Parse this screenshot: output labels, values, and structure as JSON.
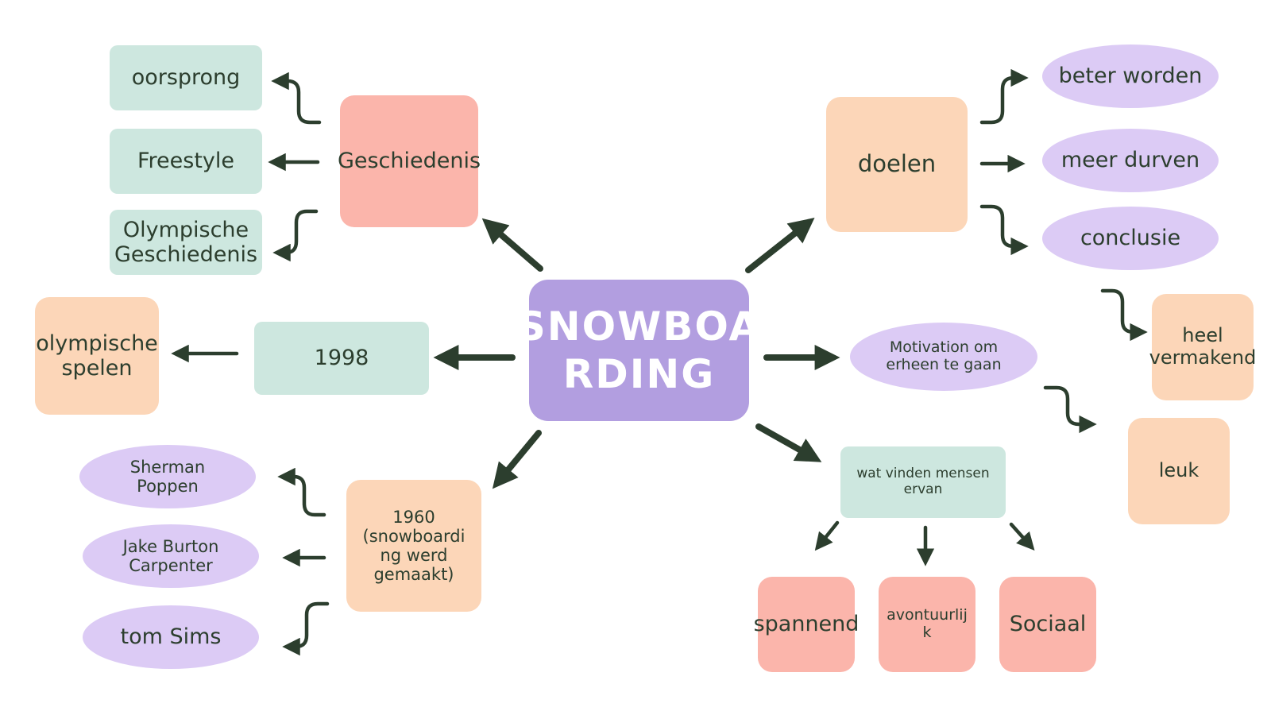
{
  "center": {
    "label": "SNOWBOA\nRDING"
  },
  "history": {
    "label": "Geschiedenis",
    "children": [
      "oorsprong",
      "Freestyle",
      "Olympische\nGeschiedenis"
    ]
  },
  "year1998": {
    "label": "1998",
    "child": "olympische\nspelen"
  },
  "year1960": {
    "label": "1960\n(snowboardi\nng werd\ngemaakt)",
    "children": [
      "Sherman\nPoppen",
      "Jake Burton\nCarpenter",
      "tom Sims"
    ]
  },
  "goals": {
    "label": "doelen",
    "children": [
      "beter worden",
      "meer durven",
      "conclusie"
    ],
    "conclusion_child": "heel\nvermakend"
  },
  "motivation": {
    "label": "Motivation om\nerheen te gaan",
    "child": "leuk"
  },
  "opinions": {
    "label": "wat vinden mensen\nervan",
    "children": [
      "spannend",
      "avontuurlij\nk",
      "Sociaal"
    ]
  },
  "colors": {
    "center": "#b29ee0",
    "mint": "#cde7df",
    "salmon": "#fbb5ab",
    "peach": "#fcd6b8",
    "lavender": "#dccbf5",
    "arrow": "#2c3e2e"
  }
}
